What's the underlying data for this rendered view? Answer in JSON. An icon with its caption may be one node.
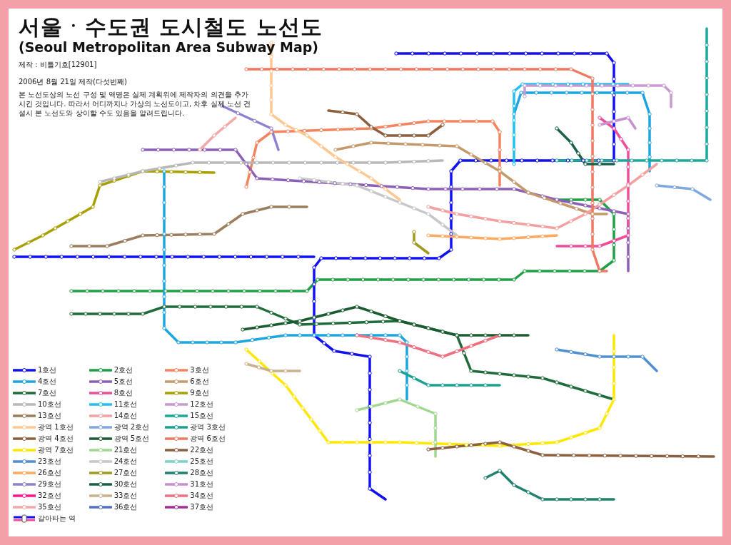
{
  "diagram": {
    "title": "서울ㆍ수도권 도시철도 노선도",
    "labels": [
      "(Seoul Metropolitan Area Subway Map)",
      "제작 : 비틀기호[12901]",
      "2006년 8월 21일 제작(다섯번째)",
      "본 노선도상의 노선 구성 및 역명은 실제 계획위에 제작자의 의견을 추가시킨 것입니다. 따라서 어디까지나 가상의 노선도이고, 차후 실제 노선 건설시 본 노선도와 상이할 수도 있음을 알려드립니다."
    ],
    "legend": [
      {
        "text": "1호선",
        "color": "#1010f0"
      },
      {
        "text": "2호선",
        "color": "#1fa046"
      },
      {
        "text": "3호선",
        "color": "#f4845f"
      },
      {
        "text": "4호선",
        "color": "#1ea5e0"
      },
      {
        "text": "5호선",
        "color": "#8c5fb8"
      },
      {
        "text": "6호선",
        "color": "#c49a6c"
      },
      {
        "text": "7호선",
        "color": "#1f6b3a"
      },
      {
        "text": "8호선",
        "color": "#ee4d9b"
      },
      {
        "text": "9호선",
        "color": "#a8a000"
      },
      {
        "text": "10호선",
        "color": "#b8b8b8"
      },
      {
        "text": "11호선",
        "color": "#22c0f0"
      },
      {
        "text": "12호선",
        "color": "#c89ad0"
      },
      {
        "text": "13호선",
        "color": "#9c7e5e"
      },
      {
        "text": "14호선",
        "color": "#f5a0a0"
      },
      {
        "text": "15호선",
        "color": "#1aa99a"
      },
      {
        "text": "광역 1호선",
        "color": "#ffc890"
      },
      {
        "text": "광역 2호선",
        "color": "#80a8e0"
      },
      {
        "text": "광역 3호선",
        "color": "#18a090"
      },
      {
        "text": "광역 4호선",
        "color": "#8b5e3c"
      },
      {
        "text": "광역 5호선",
        "color": "#1a5c30"
      },
      {
        "text": "광역 6호선",
        "color": "#f07860"
      },
      {
        "text": "광역 7호선",
        "color": "#ffe800"
      },
      {
        "text": "21호선",
        "color": "#a0d890"
      },
      {
        "text": "22호선",
        "color": "#8b6040"
      },
      {
        "text": "23호선",
        "color": "#5090d0"
      },
      {
        "text": "24호선",
        "color": "#c8c8c8"
      },
      {
        "text": "25호선",
        "color": "#80d0c8"
      },
      {
        "text": "26호선",
        "color": "#ffa860"
      },
      {
        "text": "27호선",
        "color": "#a09a20"
      },
      {
        "text": "28호선",
        "color": "#208070"
      },
      {
        "text": "29호선",
        "color": "#9080d0"
      },
      {
        "text": "30호선",
        "color": "#1a6048"
      },
      {
        "text": "31호선",
        "color": "#c890d0"
      },
      {
        "text": "32호선",
        "color": "#ff1493"
      },
      {
        "text": "33호선",
        "color": "#c8b090"
      },
      {
        "text": "34호선",
        "color": "#f07080"
      },
      {
        "text": "35호선",
        "color": "#f5a8a8"
      },
      {
        "text": "36호선",
        "color": "#5070c8"
      },
      {
        "text": "37호선",
        "color": "#a03098"
      },
      {
        "text": "갈아타는 역"
      }
    ]
  }
}
